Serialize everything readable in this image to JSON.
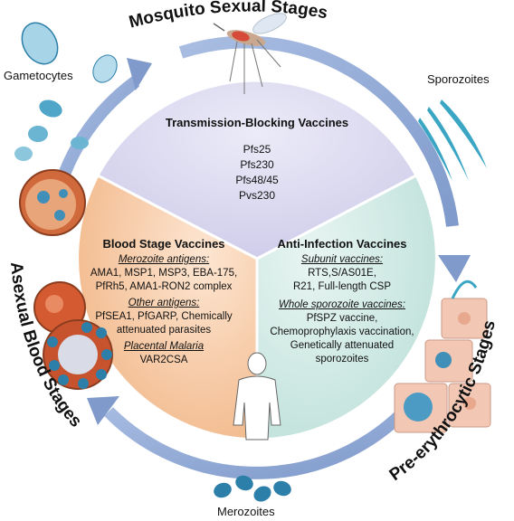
{
  "stages": {
    "top": "Mosquito Sexual Stages",
    "right": "Pre-erythrocytic Stages",
    "left": "Asexual Blood Stages"
  },
  "labels": {
    "gametocytes": "Gametocytes",
    "sporozoites": "Sporozoites",
    "merozoites": "Merozoites"
  },
  "transmission": {
    "title": "Transmission-Blocking Vaccines",
    "items": [
      "Pfs25",
      "Pfs230",
      "Pfs48/45",
      "Pvs230"
    ]
  },
  "blood": {
    "title": "Blood Stage Vaccines",
    "merozoite_heading": "Merozoite antigens:",
    "merozoite_line1": "AMA1, MSP1, MSP3, EBA-175,",
    "merozoite_line2": "PfRh5, AMA1-RON2 complex",
    "other_heading": "Other antigens:",
    "other_line1": "PfSEA1, PfGARP, Chemically",
    "other_line2": "attenuated parasites",
    "placental_heading": "Placental Malaria",
    "placental_item": "VAR2CSA"
  },
  "anti_infection": {
    "title": "Anti-Infection Vaccines",
    "subunit_heading": "Subunit vaccines:",
    "subunit_line1": "RTS,S/AS01E,",
    "subunit_line2": "R21, Full-length CSP",
    "whole_heading": "Whole sporozoite vaccines:",
    "whole_line1": "PfSPZ vaccine,",
    "whole_line2": "Chemoprophylaxis vaccination,",
    "whole_line3": "Genetically attenuated",
    "whole_line4": "sporozoites"
  },
  "colors": {
    "transmission_fill": "#d8d7ef",
    "blood_fill": "#f6cba6",
    "anti_fill": "#cde9e3",
    "arrow": "#8fa8d4",
    "arrow_dark": "#6f8cc0"
  }
}
